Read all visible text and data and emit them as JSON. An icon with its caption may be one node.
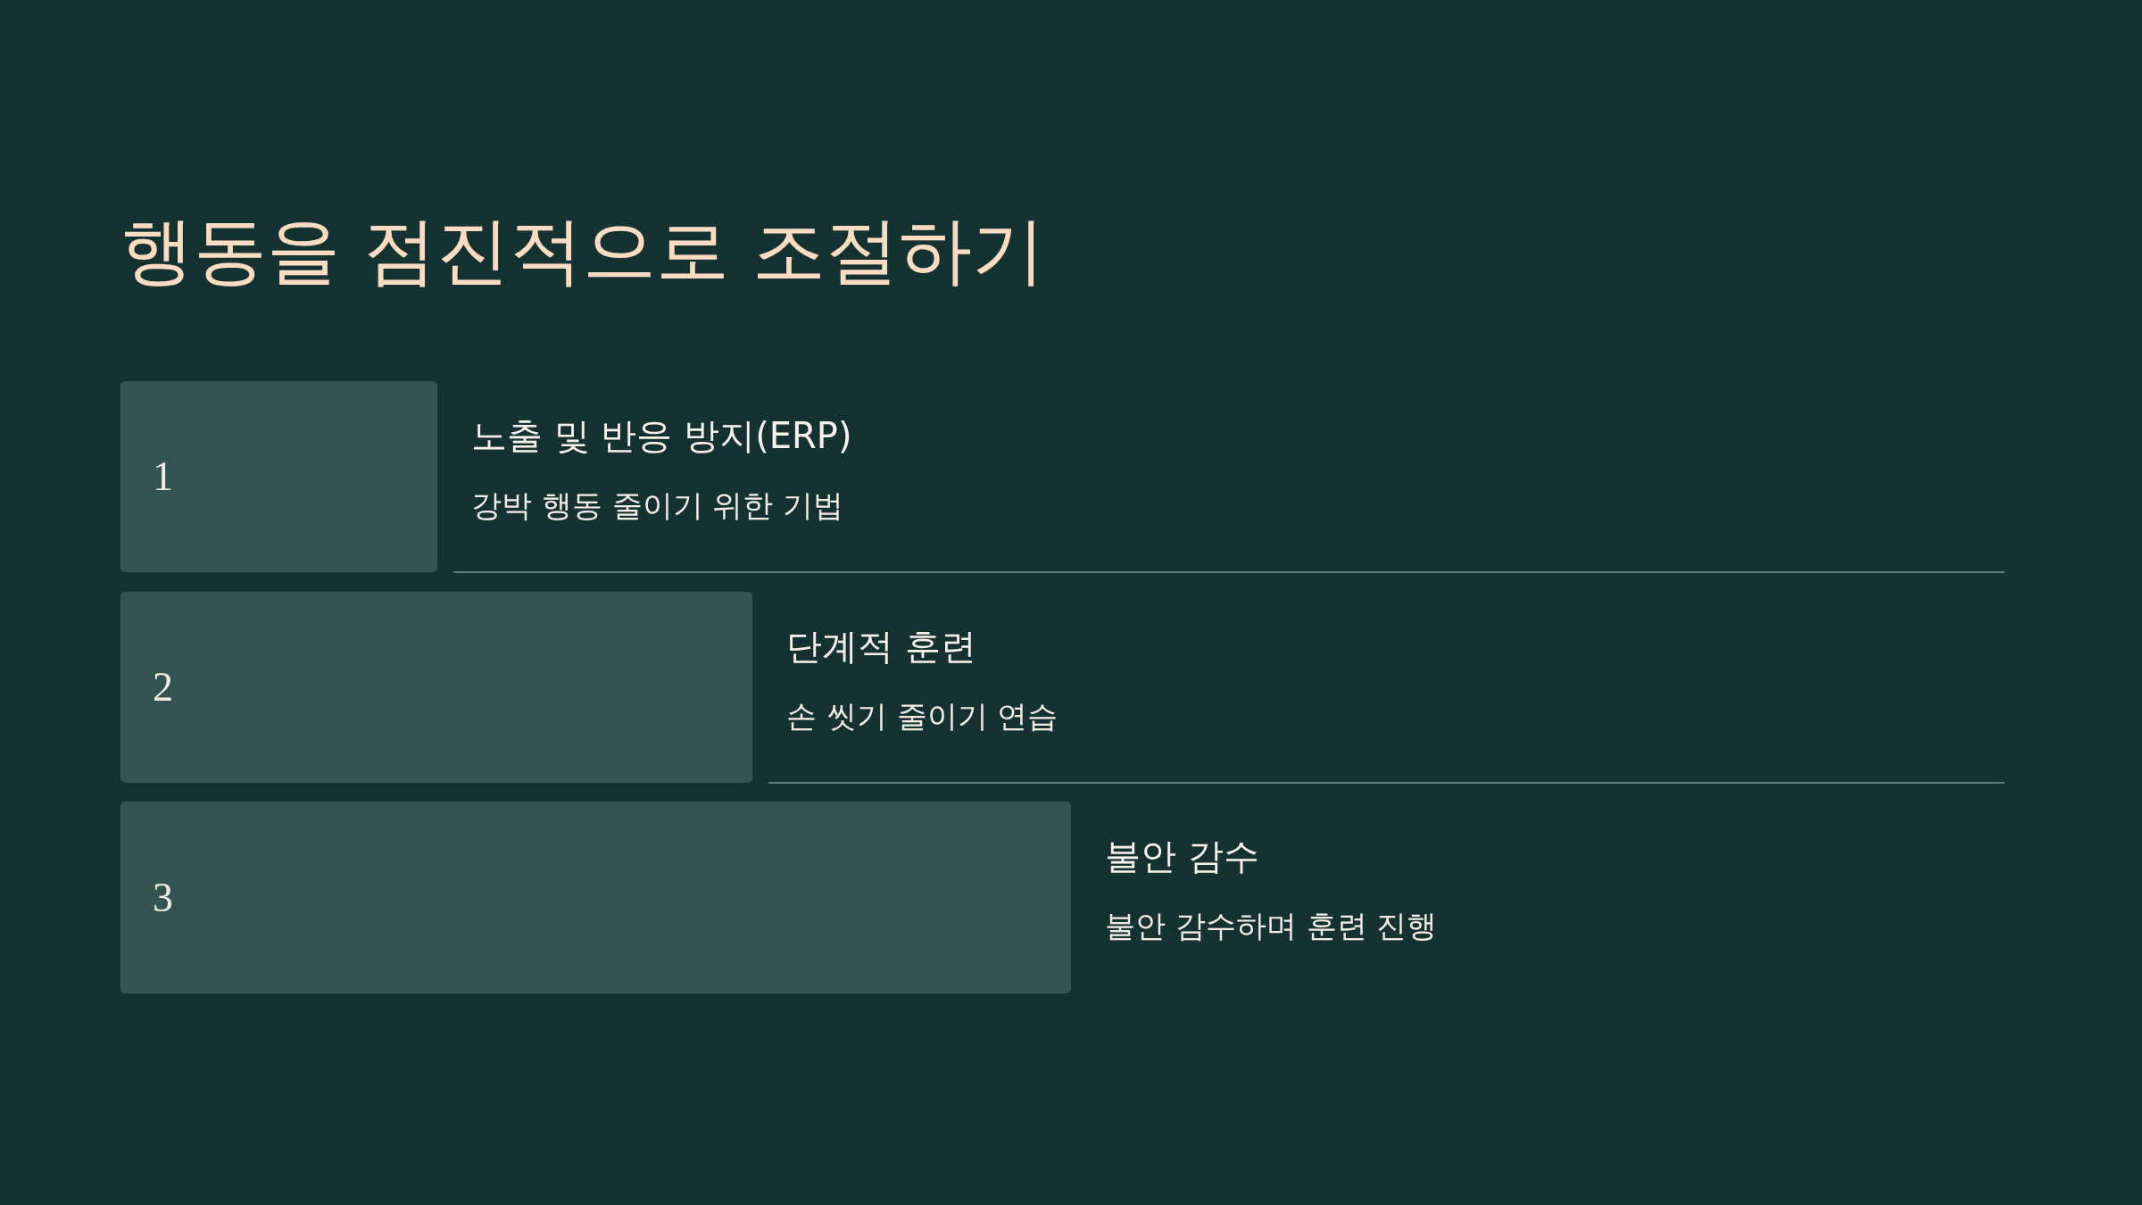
{
  "diagram": {
    "title": "행동을 점진적으로 조절하기",
    "nodes": [
      {
        "text": [
          "1"
        ],
        "beside": [
          "노출 및 반응 방지(ERP)",
          "강박 행동 줄이기 위한 기법"
        ]
      },
      {
        "text": [
          "2"
        ],
        "beside": [
          "단계적 훈련",
          "손 씻기 줄이기 연습"
        ]
      },
      {
        "text": [
          "3"
        ],
        "beside": [
          "불안 감수",
          "불안 감수하며 훈련 진행"
        ]
      }
    ]
  }
}
